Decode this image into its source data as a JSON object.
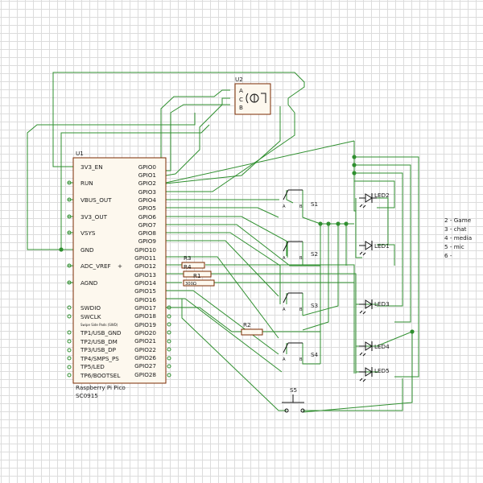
{
  "u1": {
    "ref": "U1",
    "left_pins": [
      "3V3_EN",
      "RUN",
      "VBUS_OUT",
      "3V3_OUT",
      "VSYS",
      "GND",
      "ADC_VREF",
      "AGND"
    ],
    "right_pins": [
      "GPIO0",
      "GPIO1",
      "GPIO2",
      "GPIO3",
      "GPIO4",
      "GPIO5",
      "GPIO6",
      "GPIO7",
      "GPIO8",
      "GPIO9",
      "GPIO10",
      "GPIO11",
      "GPIO12",
      "GPIO13",
      "GPIO14",
      "GPIO15",
      "GPIO16",
      "GPIO17",
      "GPIO18",
      "GPIO19",
      "GPIO20",
      "GPIO21",
      "GPIO22",
      "GPIO26",
      "GPIO27",
      "GPIO28"
    ],
    "test_pins": [
      "SWDIO",
      "SWCLK",
      "Swipe Side Pads (SWD)",
      "TP1/USB_GND",
      "TP2/USB_DM",
      "TP3/USB_DP",
      "TP4/SMPS_PS",
      "TP5/LED",
      "TP6/BOOTSEL"
    ],
    "name": "Raspberry Pi Pico",
    "part": "SC0915"
  },
  "u2": {
    "ref": "U2",
    "pins": [
      "A",
      "C",
      "B"
    ]
  },
  "switches": [
    {
      "ref": "S1",
      "pin_a": "A",
      "pin_b": "B"
    },
    {
      "ref": "S2",
      "pin_a": "A",
      "pin_b": "B"
    },
    {
      "ref": "S3",
      "pin_a": "A",
      "pin_b": "B"
    },
    {
      "ref": "S4",
      "pin_a": "A",
      "pin_b": "B"
    },
    {
      "ref": "S5"
    }
  ],
  "resistors": [
    {
      "ref": "R3"
    },
    {
      "ref": "R4"
    },
    {
      "ref": "R1"
    },
    {
      "ref": "R2"
    },
    {
      "value": "300Ω"
    }
  ],
  "leds": [
    "LED2",
    "LED1",
    "LED3",
    "LED4",
    "LED5"
  ],
  "notes": [
    "2 - Game",
    "3 - chat",
    "4 - media",
    "5 - mic",
    "6 -"
  ]
}
